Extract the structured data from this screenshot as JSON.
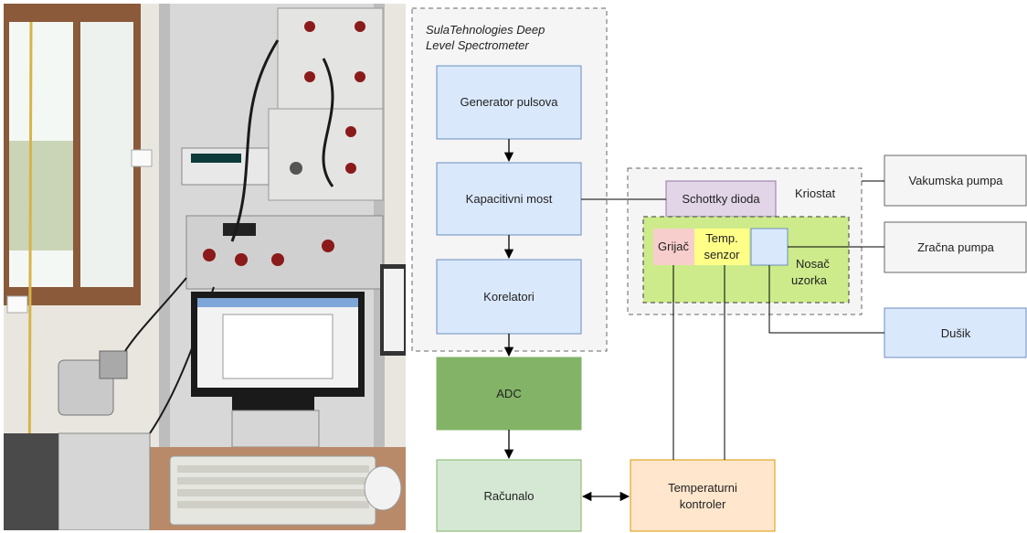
{
  "diagram": {
    "group_title_line1": "SulaTehnologies Deep",
    "group_title_line2": "Level Spectrometer",
    "nodes": {
      "generator": "Generator pulsova",
      "bridge": "Kapacitivni most",
      "correlators": "Korelatori",
      "adc": "ADC",
      "computer": "Računalo",
      "temp_controller_line1": "Temperaturni",
      "temp_controller_line2": "kontroler",
      "cryostat": "Kriostat",
      "schottky": "Schottky dioda",
      "heater": "Grijač",
      "temp_sensor_line1": "Temp.",
      "temp_sensor_line2": "senzor",
      "holder_line1": "Nosač",
      "holder_line2": "uzorka",
      "vacuum_pump": "Vakumska pumpa",
      "air_pump": "Zračna pumpa",
      "nitrogen": "Dušik"
    },
    "colors": {
      "blue": "#dae8fc",
      "blue_border": "#6c8ebf",
      "green_dark": "#82b366",
      "green_light": "#d5e8d4",
      "orange": "#ffe6cc",
      "orange_border": "#d79b00",
      "purple": "#e1d5e7",
      "purple_border": "#9673a6",
      "lime": "#cdeb8b",
      "pink": "#f8cecc",
      "yellow": "#ffff88",
      "gray": "#f5f5f5"
    }
  }
}
